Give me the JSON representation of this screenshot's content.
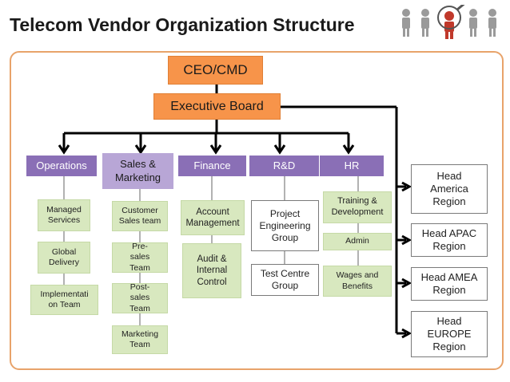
{
  "title": "Telecom Vendor Organization Structure",
  "logo_icon": "people-group-magnifier-icon",
  "ceo": "CEO/CMD",
  "board": "Executive Board",
  "departments": [
    {
      "name": "Operations",
      "teams": [
        "Managed Services",
        "Global Delivery",
        "Implementati on Team"
      ]
    },
    {
      "name": "Sales & Marketing",
      "teams": [
        "Customer Sales team",
        "Pre-sales Team",
        "Post-sales Team",
        "Marketing Team"
      ]
    },
    {
      "name": "Finance",
      "teams": [
        "Account Management",
        "Audit & Internal Control"
      ]
    },
    {
      "name": "R&D",
      "teams": [
        "Project Engineering Group",
        "Test Centre Group"
      ]
    },
    {
      "name": "HR",
      "teams": [
        "Training & Development",
        "Admin",
        "Wages and Benefits"
      ]
    }
  ],
  "regions": [
    "Head America Region",
    "Head APAC Region",
    "Head AMEA Region",
    "Head EUROPE Region"
  ],
  "colors": {
    "executive": "#f7944a",
    "department": "#8a6fb6",
    "department_selected": "#b8a6d6",
    "team": "#d8e8bf",
    "frame": "#e8a36a"
  }
}
